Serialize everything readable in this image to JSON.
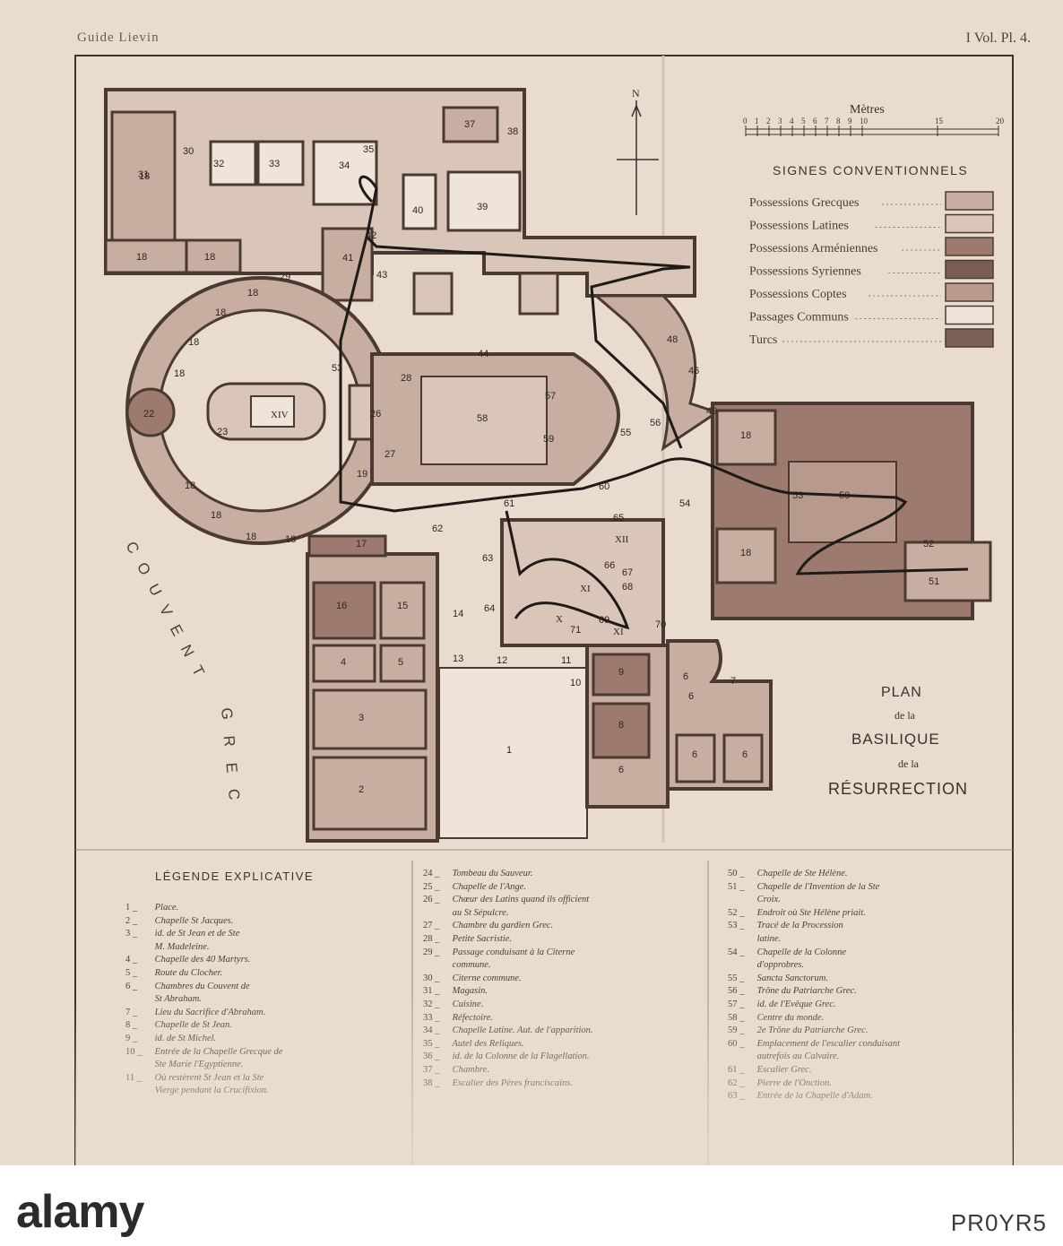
{
  "header": {
    "left": "Guide Lievin",
    "right": "I Vol. Pl. 4."
  },
  "compass": {
    "label": "N"
  },
  "scale": {
    "title": "Mètres",
    "ticks": [
      "0",
      "1",
      "2",
      "3",
      "4",
      "5",
      "6",
      "7",
      "8",
      "9",
      "10",
      "15",
      "20"
    ]
  },
  "signes": {
    "title": "SIGNES CONVENTIONNELS",
    "items": [
      {
        "label": "Possessions Grecques",
        "color": "#c8aea0"
      },
      {
        "label": "Possessions Latines",
        "color": "#d9c6b9"
      },
      {
        "label": "Possessions Arméniennes",
        "color": "#9c7b6e"
      },
      {
        "label": "Possessions Syriennes",
        "color": "#7a5e54"
      },
      {
        "label": "Possessions Coptes",
        "color": "#b89a8c"
      },
      {
        "label": "Passages Communs",
        "color": "#efe4d9"
      },
      {
        "label": "Turcs",
        "color": "#7d6055"
      }
    ]
  },
  "plan_title": {
    "l1": "PLAN",
    "l2": "de la",
    "l3": "BASILIQUE",
    "l4": "de la",
    "l5": "RÉSURRECTION"
  },
  "side_text": {
    "couvent": "COUVENT",
    "grec": "GREC"
  },
  "room_numbers": [
    "1",
    "2",
    "3",
    "4",
    "5",
    "6",
    "6",
    "6",
    "6",
    "6",
    "7",
    "8",
    "9",
    "10",
    "11",
    "12",
    "13",
    "14",
    "15",
    "16",
    "17",
    "18",
    "18",
    "18",
    "18",
    "18",
    "18",
    "18",
    "18",
    "18",
    "18",
    "18",
    "18",
    "18",
    "19",
    "22",
    "23",
    "26",
    "27",
    "28",
    "29",
    "30",
    "31",
    "32",
    "33",
    "34",
    "35",
    "37",
    "38",
    "39",
    "40",
    "41",
    "42",
    "43",
    "44",
    "46",
    "48",
    "49",
    "50",
    "51",
    "52",
    "53",
    "53",
    "54",
    "55",
    "56",
    "57",
    "58",
    "59",
    "60",
    "61",
    "62",
    "63",
    "64",
    "65",
    "66",
    "67",
    "68",
    "69",
    "70",
    "71"
  ],
  "roman_numbers": [
    "XIV",
    "XII",
    "XI",
    "X",
    "XI"
  ],
  "legend": {
    "title": "LÉGENDE EXPLICATIVE",
    "col1": [
      {
        "n": "1",
        "t": "Place."
      },
      {
        "n": "2",
        "t": "Chapelle St Jacques."
      },
      {
        "n": "3",
        "t": "id. de St Jean et de Ste"
      },
      {
        "n": "",
        "t": "M. Madeleine."
      },
      {
        "n": "4",
        "t": "Chapelle des 40 Martyrs."
      },
      {
        "n": "5",
        "t": "Route du Clocher."
      },
      {
        "n": "6",
        "t": "Chambres du Couvent de"
      },
      {
        "n": "",
        "t": "St Abraham."
      },
      {
        "n": "7",
        "t": "Lieu du Sacrifice d'Abraham."
      },
      {
        "n": "8",
        "t": "Chapelle de St Jean."
      },
      {
        "n": "9",
        "t": "id. de St Michel."
      },
      {
        "n": "10",
        "t": "Entrée de la Chapelle Grecque de"
      },
      {
        "n": "",
        "t": "Ste Marie l'Egyptienne."
      },
      {
        "n": "11",
        "t": "Où restèrent St Jean et la Ste"
      },
      {
        "n": "",
        "t": "Vierge pendant la Crucifixion."
      }
    ],
    "col2": [
      {
        "n": "24",
        "t": "Tombeau du Sauveur."
      },
      {
        "n": "25",
        "t": "Chapelle de l'Ange."
      },
      {
        "n": "26",
        "t": "Chœur des Latins quand ils officient"
      },
      {
        "n": "",
        "t": "au St Sépulcre."
      },
      {
        "n": "27",
        "t": "Chambre du gardien Grec."
      },
      {
        "n": "28",
        "t": "Petite Sacristie."
      },
      {
        "n": "29",
        "t": "Passage conduisant à la Citerne"
      },
      {
        "n": "",
        "t": "commune."
      },
      {
        "n": "30",
        "t": "Citerne commune."
      },
      {
        "n": "31",
        "t": "Magasin."
      },
      {
        "n": "32",
        "t": "Cuisine."
      },
      {
        "n": "33",
        "t": "Réfectoire."
      },
      {
        "n": "34",
        "t": "Chapelle Latine. Aut. de l'apparition."
      },
      {
        "n": "35",
        "t": "Autel des Reliques."
      },
      {
        "n": "36",
        "t": "id. de la Colonne de la Flagellation."
      },
      {
        "n": "37",
        "t": "Chambre."
      },
      {
        "n": "38",
        "t": "Escalier des Pères franciscains."
      }
    ],
    "col3": [
      {
        "n": "50",
        "t": "Chapelle de Ste Hélène."
      },
      {
        "n": "51",
        "t": "Chapelle de l'Invention de la Ste"
      },
      {
        "n": "",
        "t": "Croix."
      },
      {
        "n": "52",
        "t": "Endroit où Ste Hélène priait."
      },
      {
        "n": "53",
        "t": "Tracé de la Procession"
      },
      {
        "n": "",
        "t": "latine."
      },
      {
        "n": "54",
        "t": "Chapelle de la Colonne"
      },
      {
        "n": "",
        "t": "d'opprobres."
      },
      {
        "n": "55",
        "t": "Sancta Sanctorum."
      },
      {
        "n": "56",
        "t": "Trône du Patriarche Grec."
      },
      {
        "n": "57",
        "t": "id. de l'Evêque Grec."
      },
      {
        "n": "58",
        "t": "Centre du monde."
      },
      {
        "n": "59",
        "t": "2e Trône du Patriarche Grec."
      },
      {
        "n": "60",
        "t": "Emplacement de l'escalier conduisant"
      },
      {
        "n": "",
        "t": "autrefois au Calvaire."
      },
      {
        "n": "61",
        "t": "Escalier Grec."
      },
      {
        "n": "62",
        "t": "Pierre de l'Onction."
      },
      {
        "n": "63",
        "t": "Entrée de la Chapelle d'Adam."
      }
    ]
  },
  "footer": {
    "logo": "alamy",
    "image_id": "PR0YR5"
  },
  "colors": {
    "paper": "#e9dccf",
    "grec": "#c8aea0",
    "latin": "#d9c6b9",
    "armenien": "#9c7b6e",
    "wall": "#4a3a31",
    "route": "#1e1a17"
  }
}
